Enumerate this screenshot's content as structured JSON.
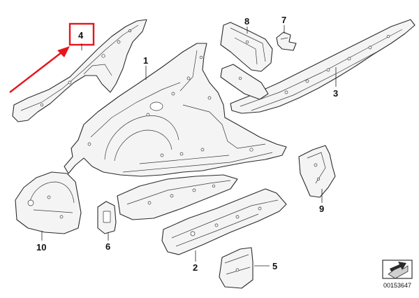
{
  "callouts": {
    "c1": "1",
    "c2": "2",
    "c3": "3",
    "c4": "4",
    "c5": "5",
    "c6": "6",
    "c7": "7",
    "c8": "8",
    "c9": "9",
    "c10": "10"
  },
  "diagram_id": "00153647",
  "colors": {
    "highlight": "#e8141b",
    "line": "#2b2b2b",
    "fill": "#f4f4f4"
  },
  "icons": {
    "catalog_symbol": "catalog-arrow-icon"
  }
}
